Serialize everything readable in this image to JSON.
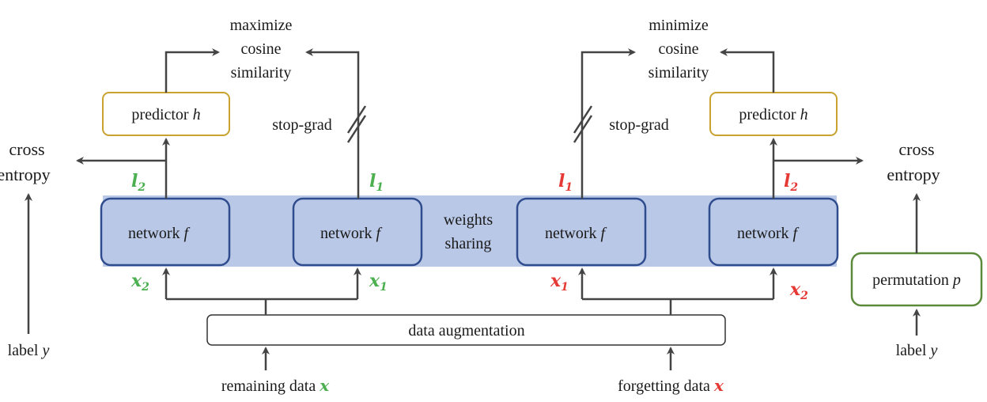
{
  "colors": {
    "remaining": "#4caf50",
    "forgetting": "#e53935",
    "network_fill": "#b9c8e6",
    "network_stroke": "#2f4d8e",
    "predictor_stroke": "#c9a230",
    "permutation_stroke": "#5b8a3a",
    "weights_band": "#b9c8e6"
  },
  "labels": {
    "network": "network",
    "network_symbol": "f",
    "predictor": "predictor",
    "predictor_symbol": "h",
    "weights_sharing_1": "weights",
    "weights_sharing_2": "sharing",
    "data_augmentation": "data augmentation",
    "remaining_data": "remaining data",
    "forgetting_data": "forgetting data",
    "x_symbol": "x",
    "permutation": "permutation",
    "permutation_symbol": "p",
    "label": "label",
    "label_symbol": "y",
    "cross_1": "cross",
    "entropy": "entropy",
    "entropy_truncated": "entropy",
    "stop_grad": "stop-grad",
    "maximize": "maximize",
    "minimize": "minimize",
    "cosine": "cosine",
    "similarity": "similarity"
  },
  "vars": {
    "l": "l",
    "x": "x",
    "sub1": "1",
    "sub2": "2"
  }
}
